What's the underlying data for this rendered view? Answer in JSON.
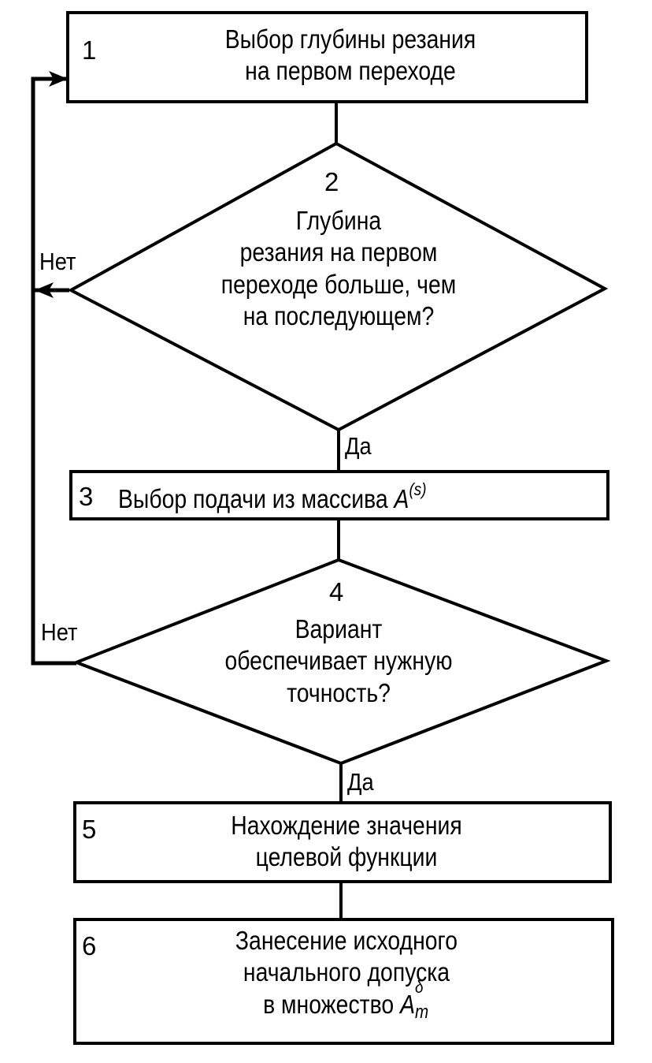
{
  "flowchart": {
    "blocks": [
      {
        "number": "1",
        "type": "process",
        "lines": [
          "Выбор глубины резания",
          "на первом переходе"
        ]
      },
      {
        "number": "2",
        "type": "decision",
        "lines": [
          "Глубина",
          "резания на первом",
          "переходе больше, чем",
          "на последующем?"
        ]
      },
      {
        "number": "3",
        "type": "process",
        "text": "Выбор подачи из массива",
        "symbol": "A",
        "superscript": "(s)"
      },
      {
        "number": "4",
        "type": "decision",
        "lines": [
          "Вариант",
          "обеспечивает нужную",
          "точность?"
        ]
      },
      {
        "number": "5",
        "type": "process",
        "lines": [
          "Нахождение значения",
          "целевой функции"
        ]
      },
      {
        "number": "6",
        "type": "process",
        "lines": [
          "Занесение исходного",
          "начального допуска"
        ],
        "last_line_text": "в множество",
        "symbol": "A",
        "superscript": "δ",
        "subscript": "m"
      }
    ],
    "edge_labels": {
      "d2_no": "Нет",
      "d2_yes": "Да",
      "d4_no": "Нет",
      "d4_yes": "Да"
    }
  },
  "colors": {
    "stroke": "#000000",
    "background": "#ffffff"
  }
}
